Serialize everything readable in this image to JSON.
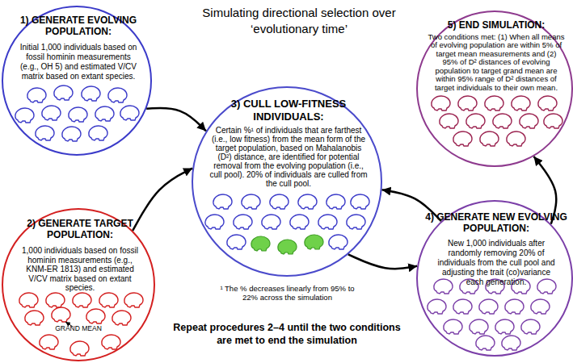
{
  "diagram": {
    "title": "Simulating directional selection over ‘evolutionary time’",
    "nodes": [
      {
        "text": [
          "1) GENERATE EVOLVING POPULATION:",
          "Initial 1,000 individuals based on fossil hominin measurements (e.g., OH 5) and estimated V/CV matrix based on extant species."
        ]
      },
      {
        "text": [
          "2) GENERATE TARGET POPULATION:",
          "1,000 individuals based on fossil hominin measurements (e.g., KNM-ER 1813) and estimated V/CV matrix based on extant species."
        ]
      },
      {
        "text": [
          "3) CULL LOW-FITNESS INDIVIDUALS:",
          "Certain %¹ of individuals that are farthest (i.e., low fitness) from the mean form of the target population, based on Mahalanobis (D²) distance, are identified for potential removal from the evolving population (i.e., cull pool). 20% of individuals are culled from the cull pool."
        ]
      },
      {
        "text": [
          "4) GENERATE NEW EVOLVING POPULATION:",
          "New 1,000 individuals after randomly removing 20% of individuals from the cull pool and adjusting the trait (co)variance each generation."
        ]
      },
      {
        "text": [
          "5) END SIMULATION:",
          "Two conditions met: (1) When all means of evolving population are within 5% of target mean measurements and (2) 95% of D² distances of evolving population to target grand mean are within 95% range of D² distances of target individuals to their own mean."
        ]
      }
    ],
    "edges": [
      {
        "from": 0,
        "to": 2,
        "arrow": "to"
      },
      {
        "from": 1,
        "to": 2,
        "arrow": "to"
      },
      {
        "from": 2,
        "to": 3,
        "arrow": "to"
      },
      {
        "from": 3,
        "to": 2,
        "arrow": "to"
      },
      {
        "from": 3,
        "to": 4,
        "arrow": "to"
      }
    ],
    "labels": [
      "GRAND MEAN",
      "¹ The % decreases linearly from 95% to 22% across the simulation",
      "Repeat procedures 2–4 until the two conditions are met to end the simulation"
    ]
  }
}
